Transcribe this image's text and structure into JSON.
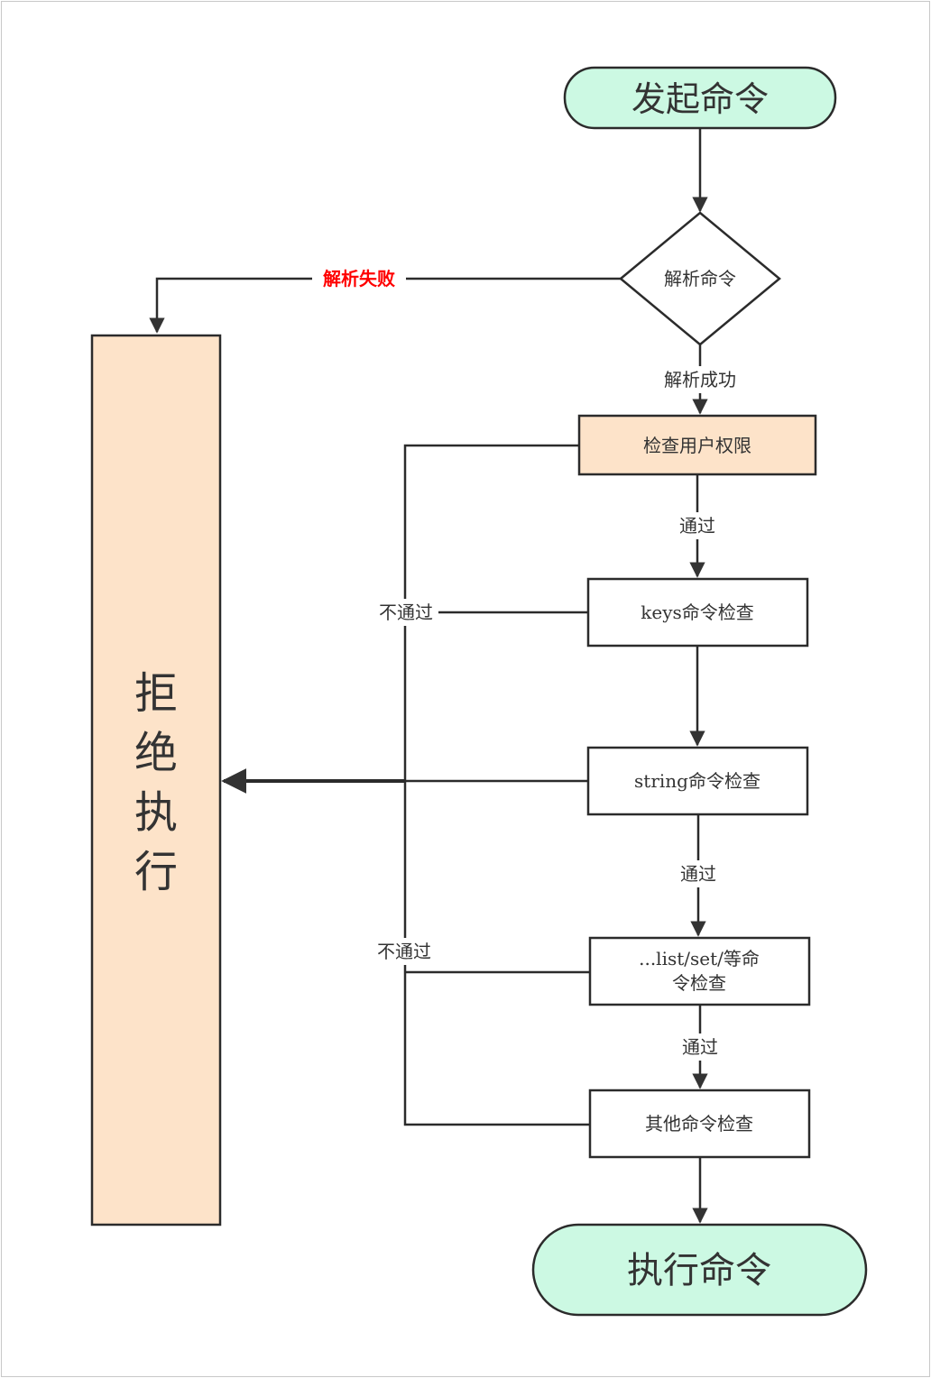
{
  "nodes": {
    "start": "发起命令",
    "parse": "解析命令",
    "check_perm": "检查用户权限",
    "keys_check": "keys命令检查",
    "string_check": "string命令检查",
    "list_set_check_line1": "...list/set/等命",
    "list_set_check_line2": "令检查",
    "other_check": "其他命令检查",
    "execute": "执行命令",
    "reject": [
      "拒",
      "绝",
      "执",
      "行"
    ]
  },
  "edge_labels": {
    "parse_fail": "解析失败",
    "parse_success": "解析成功",
    "pass_1": "通过",
    "pass_2": "通过",
    "pass_3": "通过",
    "fail_1": "不通过",
    "fail_2": "不通过"
  },
  "colors": {
    "terminal_fill": "#ccf9e3",
    "reject_fill": "#fde3c9",
    "perm_fill": "#fde3c9",
    "stroke": "#2b2b2b",
    "fail_label": "#ff0000"
  }
}
